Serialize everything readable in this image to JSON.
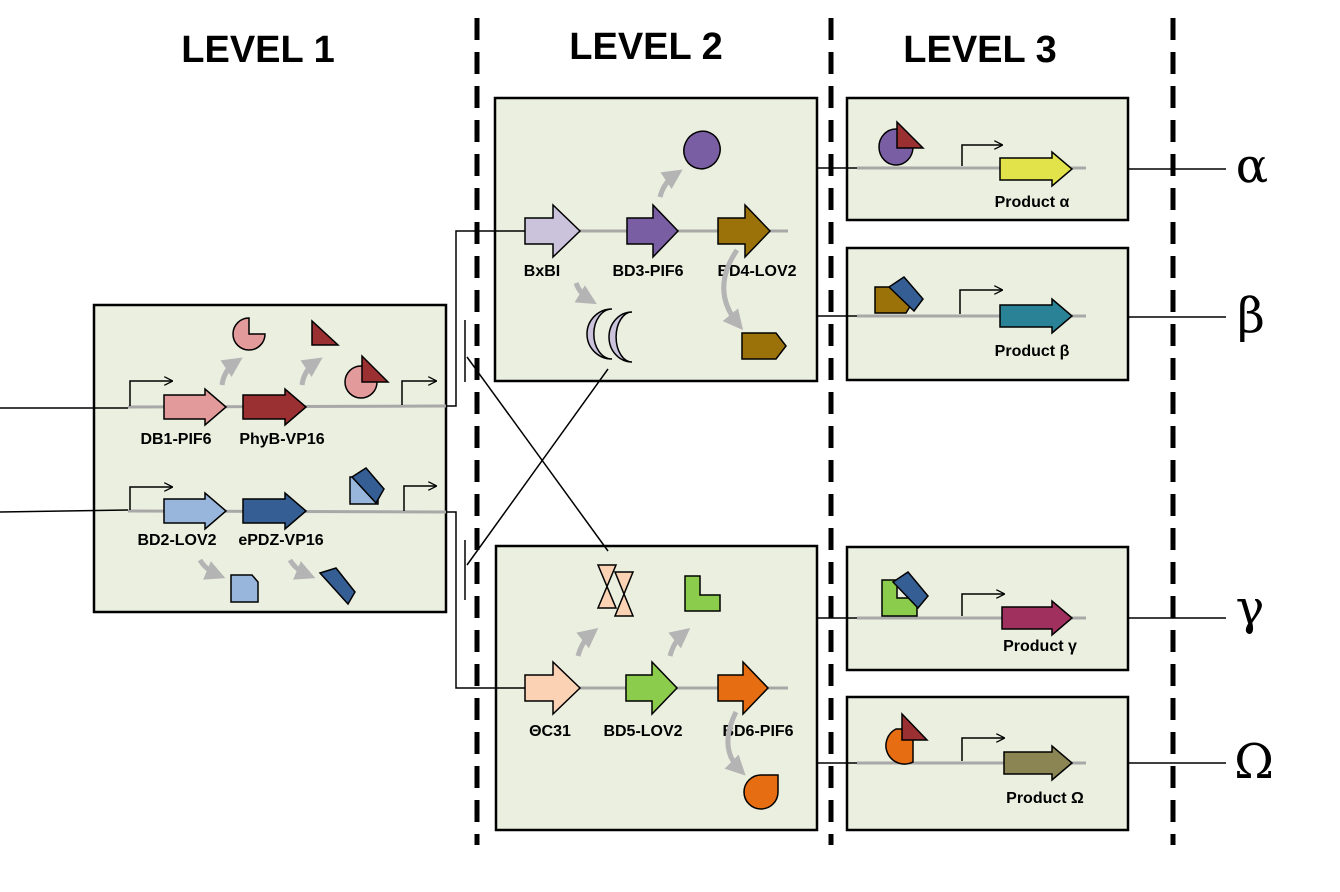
{
  "levels": [
    "LEVEL 1",
    "LEVEL 2",
    "LEVEL 3"
  ],
  "level1": {
    "genes": [
      "DB1-PIF6",
      "PhyB-VP16",
      "BD2-LOV2",
      "ePDZ-VP16"
    ]
  },
  "level2": {
    "top_genes": [
      "BxBI",
      "BD3-PIF6",
      "BD4-LOV2"
    ],
    "bottom_genes": [
      "ΘC31",
      "BD5-LOV2",
      "BD6-PIF6"
    ]
  },
  "level3": {
    "products": [
      "Product α",
      "Product β",
      "Product γ",
      "Product Ω"
    ]
  },
  "outputs": [
    "α",
    "β",
    "γ",
    "Ω"
  ],
  "colors": {
    "box_fill": "#ebefe0",
    "db1_pif6": "#e39a9a",
    "phyb_vp16": "#9b3033",
    "bd2_lov2": "#98b6dc",
    "epdz_vp16": "#355f94",
    "bxbi": "#cbc2dc",
    "bd3_pif6": "#7a5ea3",
    "bd4_lov2": "#9a7209",
    "phic31": "#fcd2b4",
    "bd5_lov2": "#8ccc4c",
    "bd6_pif6": "#e66d12",
    "product_alpha": "#e2e24a",
    "product_beta": "#2a8297",
    "product_gamma": "#a0305e",
    "product_omega": "#8a8553"
  }
}
